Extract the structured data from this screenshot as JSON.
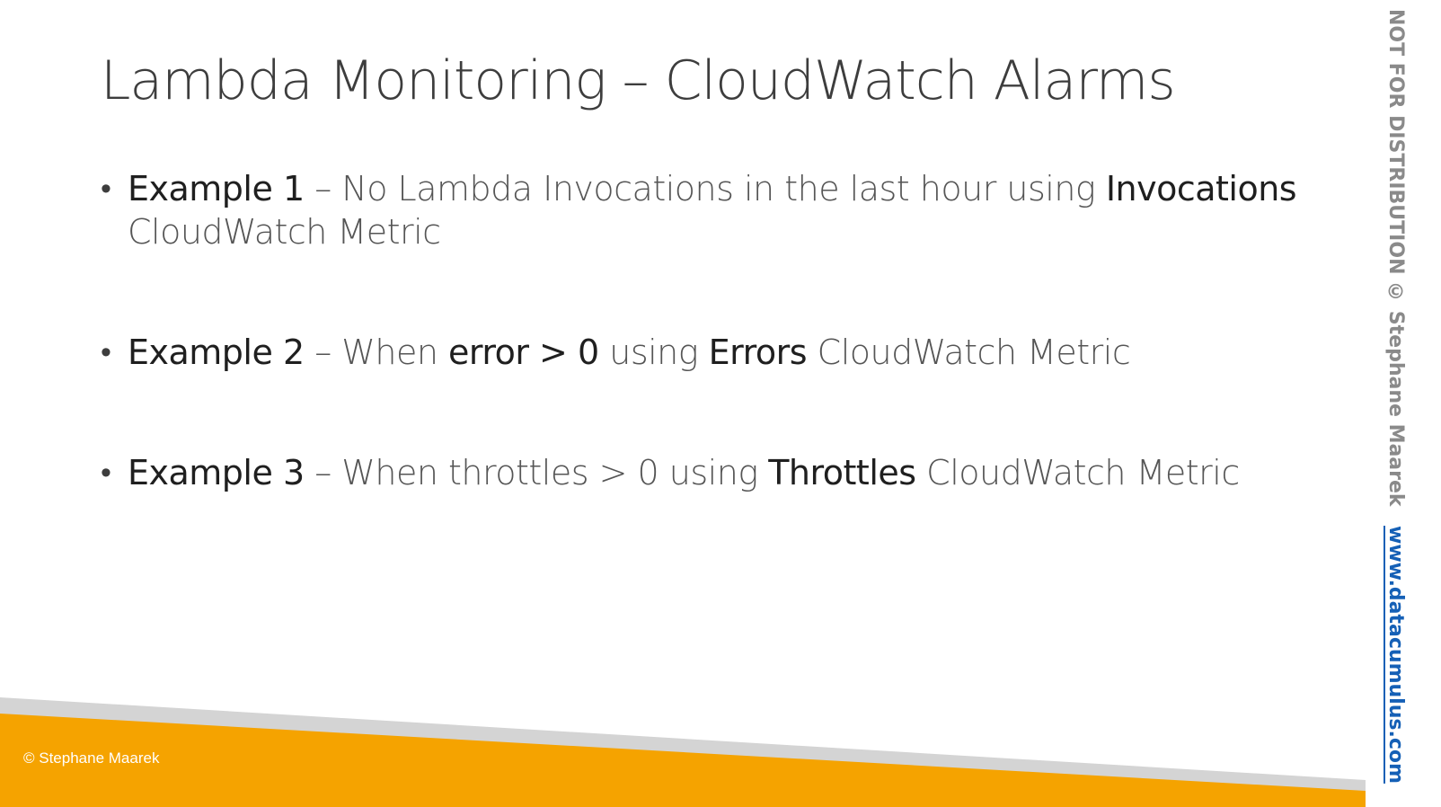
{
  "slide": {
    "title": "Lambda Monitoring – CloudWatch Alarms",
    "bullets": [
      {
        "parts": [
          {
            "text": "Example 1",
            "emphasis": true
          },
          {
            "text": " – No Lambda Invocations in the last hour using ",
            "emphasis": false
          },
          {
            "text": "Invocations",
            "emphasis": true
          },
          {
            "text": " CloudWatch Metric",
            "emphasis": false
          }
        ]
      },
      {
        "parts": [
          {
            "text": "Example 2",
            "emphasis": true
          },
          {
            "text": " – When ",
            "emphasis": false
          },
          {
            "text": "error > 0",
            "emphasis": true
          },
          {
            "text": " using ",
            "emphasis": false
          },
          {
            "text": "Errors",
            "emphasis": true
          },
          {
            "text": " CloudWatch Metric",
            "emphasis": false
          }
        ]
      },
      {
        "parts": [
          {
            "text": "Example 3",
            "emphasis": true
          },
          {
            "text": " – When throttles > 0 using ",
            "emphasis": false
          },
          {
            "text": "Throttles",
            "emphasis": true
          },
          {
            "text": " CloudWatch Metric",
            "emphasis": false
          }
        ]
      }
    ]
  },
  "footer": {
    "copyright": "© Stephane Maarek"
  },
  "watermark": {
    "notice": "NOT FOR DISTRIBUTION © Stephane Maarek",
    "link": "www.datacumulus.com"
  },
  "colors": {
    "accent_orange": "#f5a300",
    "band_grey": "#d4d4d4",
    "link_blue": "#1560b6",
    "title_text": "#3d3d3d"
  }
}
